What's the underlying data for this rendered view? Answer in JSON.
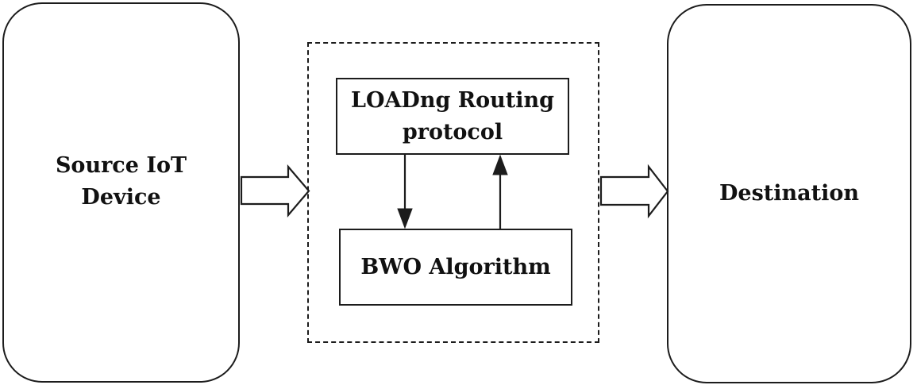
{
  "diagram": {
    "nodes": {
      "source": {
        "label": "Source IoT\nDevice"
      },
      "loadng": {
        "label": "LOADng Routing\nprotocol"
      },
      "bwo": {
        "label": "BWO Algorithm"
      },
      "destination": {
        "label": "Destination"
      }
    },
    "connectors": {
      "source_to_module": {
        "type": "block-arrow",
        "direction": "right",
        "from": "Source IoT Device",
        "to": "LOADng/BWO module"
      },
      "module_to_destination": {
        "type": "block-arrow",
        "direction": "right",
        "from": "LOADng/BWO module",
        "to": "Destination"
      },
      "loadng_to_bwo": {
        "type": "line-arrow",
        "direction": "down",
        "from": "LOADng Routing protocol",
        "to": "BWO Algorithm"
      },
      "bwo_to_loadng": {
        "type": "line-arrow",
        "direction": "up",
        "from": "BWO Algorithm",
        "to": "LOADng Routing protocol"
      }
    },
    "colors": {
      "line": "#1c1c1c",
      "background": "#ffffff",
      "text": "#111111"
    }
  }
}
